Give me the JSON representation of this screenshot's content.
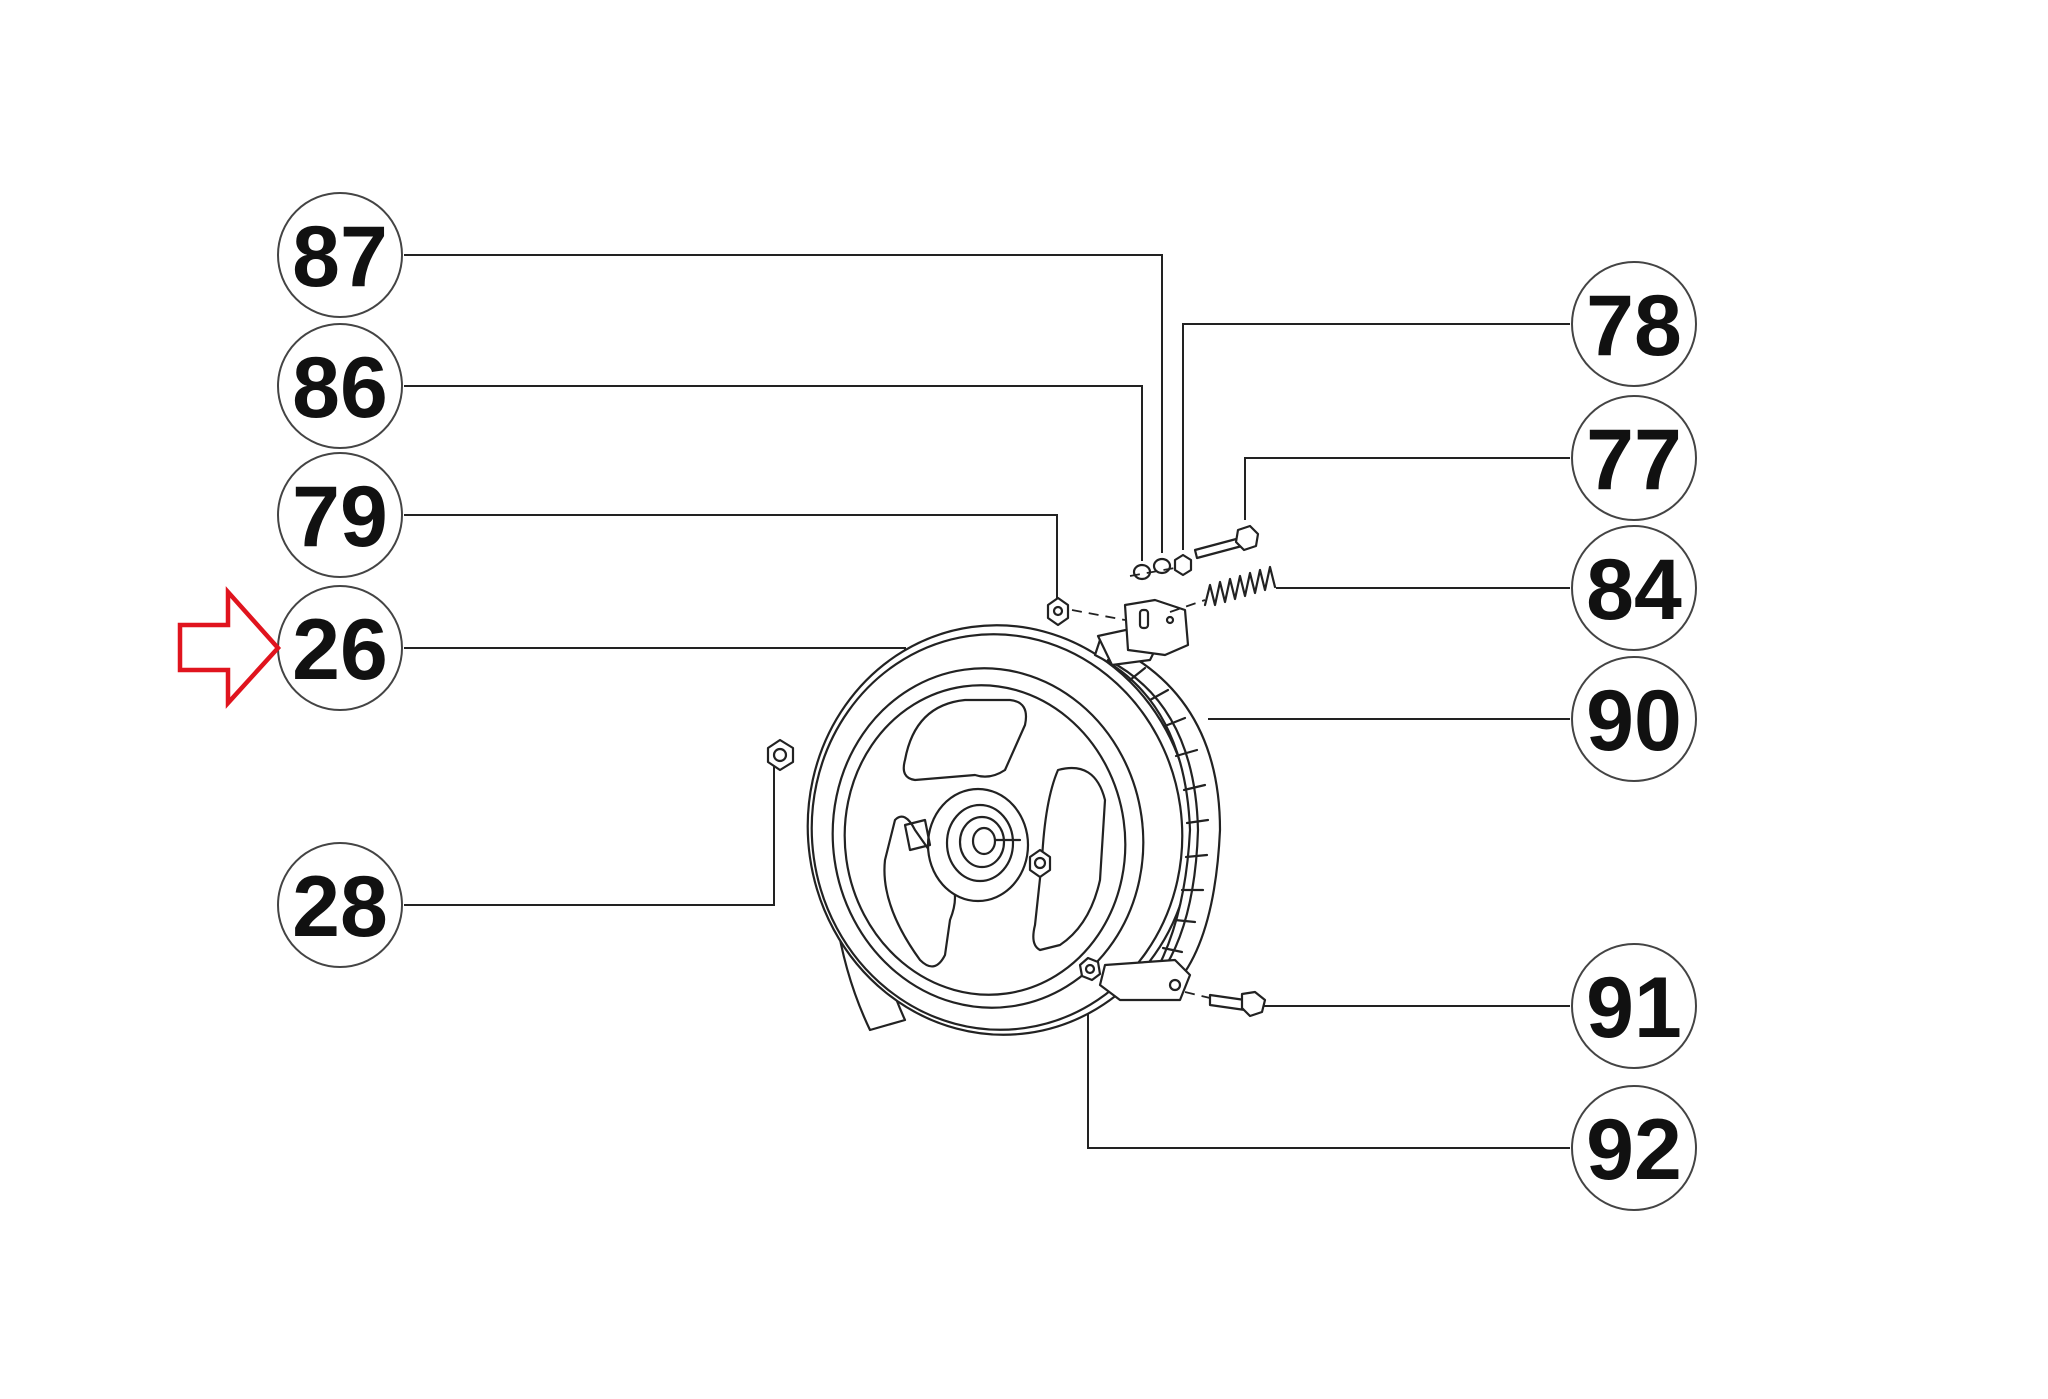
{
  "diagram": {
    "callouts": [
      {
        "id": "87",
        "label": "87"
      },
      {
        "id": "86",
        "label": "86"
      },
      {
        "id": "79",
        "label": "79"
      },
      {
        "id": "26",
        "label": "26"
      },
      {
        "id": "28",
        "label": "28"
      },
      {
        "id": "78",
        "label": "78"
      },
      {
        "id": "77",
        "label": "77"
      },
      {
        "id": "84",
        "label": "84"
      },
      {
        "id": "90",
        "label": "90"
      },
      {
        "id": "91",
        "label": "91"
      },
      {
        "id": "92",
        "label": "92"
      }
    ],
    "highlighted_part": "26",
    "highlight_color": "#e0141e"
  }
}
